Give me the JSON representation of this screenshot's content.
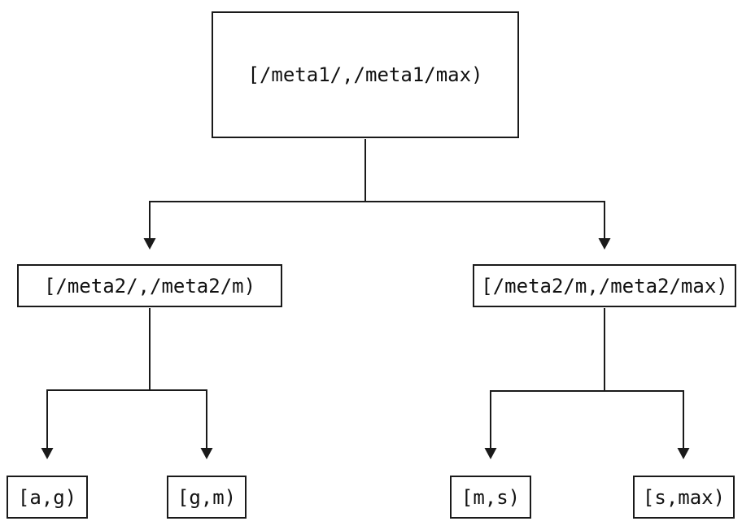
{
  "diagram": {
    "type": "tree",
    "colors": {
      "line": "#1a1a1a",
      "box_border": "#1a1a1a",
      "background": "#ffffff",
      "text": "#111111"
    },
    "nodes": {
      "root": {
        "label": "[/meta1/,/meta1/max)"
      },
      "left": {
        "label": "[/meta2/,/meta2/m)"
      },
      "right": {
        "label": "[/meta2/m,/meta2/max)"
      },
      "leaf_ag": {
        "label": "[a,g)"
      },
      "leaf_gm": {
        "label": "[g,m)"
      },
      "leaf_ms": {
        "label": "[m,s)"
      },
      "leaf_smax": {
        "label": "[s,max)"
      }
    },
    "edges": [
      {
        "from": "root",
        "to": "left"
      },
      {
        "from": "root",
        "to": "right"
      },
      {
        "from": "left",
        "to": "leaf_ag"
      },
      {
        "from": "left",
        "to": "leaf_gm"
      },
      {
        "from": "right",
        "to": "leaf_ms"
      },
      {
        "from": "right",
        "to": "leaf_smax"
      }
    ]
  }
}
